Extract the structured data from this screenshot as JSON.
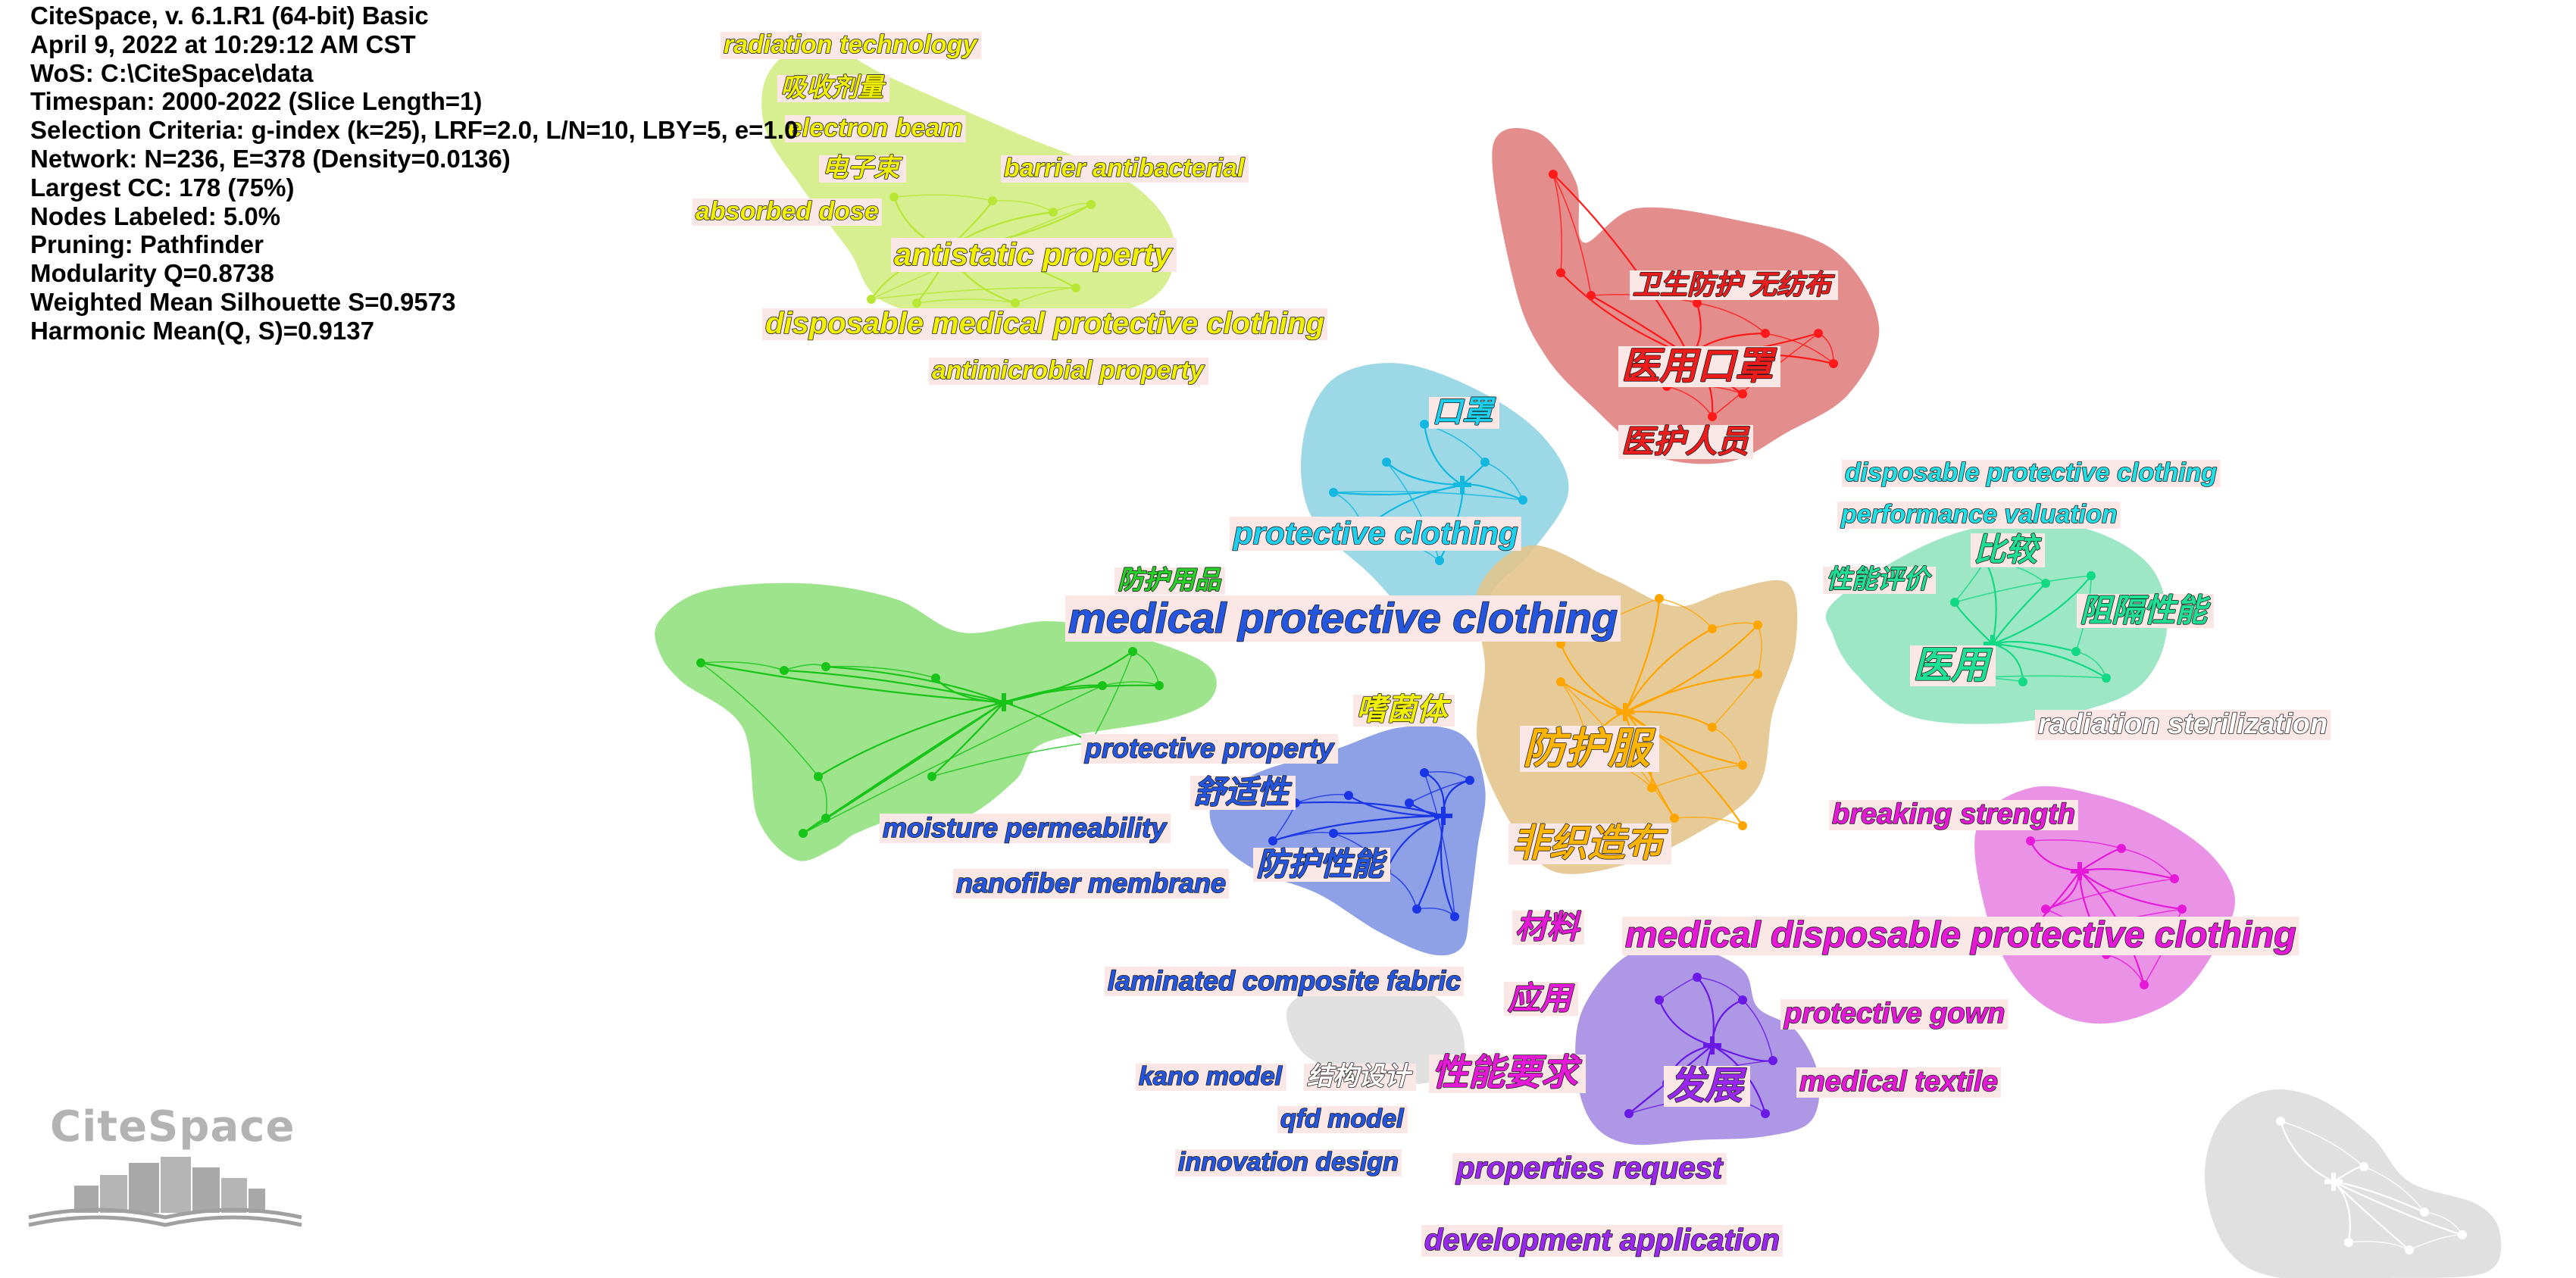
{
  "info": {
    "lines": [
      "CiteSpace, v. 6.1.R1 (64-bit) Basic",
      "April 9, 2022 at 10:29:12 AM CST",
      "WoS: C:\\CiteSpace\\data",
      "Timespan: 2000-2022 (Slice Length=1)",
      "Selection Criteria: g-index (k=25), LRF=2.0, L/N=10, LBY=5, e=1.0",
      "Network: N=236, E=378 (Density=0.0136)",
      "Largest CC: 178 (75%)",
      "Nodes Labeled: 5.0%",
      "Pruning: Pathfinder",
      "Modularity Q=0.8738",
      "Weighted Mean Silhouette S=0.9573",
      "Harmonic Mean(Q, S)=0.9137"
    ]
  },
  "logo": {
    "text": "CiteSpace"
  },
  "clusters": [
    {
      "id": "yellow",
      "color": "#d2ec82",
      "edge": "#b7e635",
      "name": "yellow-green cluster"
    },
    {
      "id": "red",
      "color": "#e07d7d",
      "edge": "#ff1a1a",
      "name": "red cluster"
    },
    {
      "id": "cyan",
      "color": "#8fd3e3",
      "edge": "#12b8df",
      "name": "cyan cluster"
    },
    {
      "id": "orange",
      "color": "#e3c48a",
      "edge": "#ffa500",
      "name": "orange cluster"
    },
    {
      "id": "green",
      "color": "#90e07c",
      "edge": "#19c419",
      "name": "green cluster"
    },
    {
      "id": "mint",
      "color": "#8fe3be",
      "edge": "#12d983",
      "name": "mint cluster"
    },
    {
      "id": "blue",
      "color": "#7e93e3",
      "edge": "#1a35e6",
      "name": "blue cluster"
    },
    {
      "id": "magenta",
      "color": "#e683e3",
      "edge": "#e619d9",
      "name": "magenta cluster"
    },
    {
      "id": "purple",
      "color": "#a38ae3",
      "edge": "#6a19e6",
      "name": "purple cluster"
    },
    {
      "id": "gray",
      "color": "#dcdcdc",
      "edge": "#ffffff",
      "name": "gray cluster"
    }
  ],
  "labels": [
    {
      "text": "radiation technology",
      "color": "#f0f000"
    },
    {
      "text": "吸收剂量",
      "color": "#f0f000"
    },
    {
      "text": "electron beam",
      "color": "#f0f000"
    },
    {
      "text": "电子束",
      "color": "#f0f000"
    },
    {
      "text": "barrier antibacterial",
      "color": "#f0f000"
    },
    {
      "text": "absorbed dose",
      "color": "#f0f000"
    },
    {
      "text": "antistatic property",
      "color": "#f0f000"
    },
    {
      "text": "disposable medical protective clothing",
      "color": "#f0f000"
    },
    {
      "text": "antimicrobial property",
      "color": "#f0f000"
    },
    {
      "text": "卫生防护 无纺布",
      "color": "#ee1d1d"
    },
    {
      "text": "医用口罩",
      "color": "#ee1d1d"
    },
    {
      "text": "医护人员",
      "color": "#ee1d1d"
    },
    {
      "text": "口罩",
      "color": "#1ed0f0"
    },
    {
      "text": "protective clothing",
      "color": "#1ed0f0"
    },
    {
      "text": "防护用品",
      "color": "#27d027"
    },
    {
      "text": "medical protective clothing",
      "color": "#2456e0"
    },
    {
      "text": "disposable protective clothing",
      "color": "#1ee0e6"
    },
    {
      "text": "performance valuation",
      "color": "#1ee0e6"
    },
    {
      "text": "比较",
      "color": "#1ee094"
    },
    {
      "text": "性能评价",
      "color": "#1ee094"
    },
    {
      "text": "阻隔性能",
      "color": "#1ee094"
    },
    {
      "text": "医用",
      "color": "#1ee094"
    },
    {
      "text": "radiation sterilization",
      "color": "#ffffff"
    },
    {
      "text": "嗜菌体",
      "color": "#f0f000"
    },
    {
      "text": "protective property",
      "color": "#2456e0"
    },
    {
      "text": "舒适性",
      "color": "#2456e0"
    },
    {
      "text": "防护服",
      "color": "#ffb400"
    },
    {
      "text": "moisture permeability",
      "color": "#2456e0"
    },
    {
      "text": "非织造布",
      "color": "#ffb400"
    },
    {
      "text": "防护性能",
      "color": "#2456e0"
    },
    {
      "text": "nanofiber membrane",
      "color": "#2456e0"
    },
    {
      "text": "breaking strength",
      "color": "#e619d9"
    },
    {
      "text": "材料",
      "color": "#e619d9"
    },
    {
      "text": "medical disposable protective clothing",
      "color": "#e619d9"
    },
    {
      "text": "laminated composite fabric",
      "color": "#2456e0"
    },
    {
      "text": "应用",
      "color": "#e619d9"
    },
    {
      "text": "protective gown",
      "color": "#e619d9"
    },
    {
      "text": "kano model",
      "color": "#2456e0"
    },
    {
      "text": "结构设计",
      "color": "#ffffff"
    },
    {
      "text": "性能要求",
      "color": "#e619d9"
    },
    {
      "text": "发展",
      "color": "#9a28f0"
    },
    {
      "text": "medical textile",
      "color": "#e619d9"
    },
    {
      "text": "qfd model",
      "color": "#2456e0"
    },
    {
      "text": "innovation design",
      "color": "#2456e0"
    },
    {
      "text": "properties request",
      "color": "#9a28f0"
    },
    {
      "text": "development application",
      "color": "#9a28f0"
    }
  ]
}
